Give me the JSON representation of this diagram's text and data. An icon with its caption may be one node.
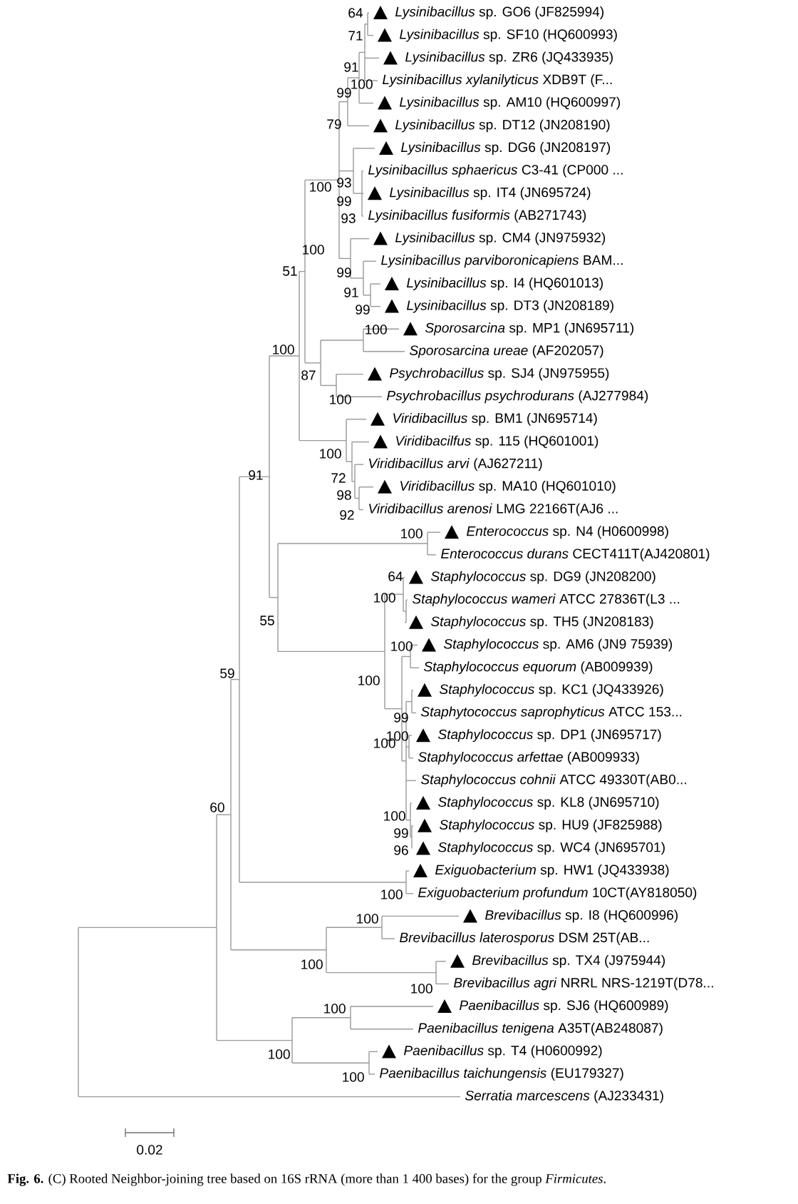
{
  "diagram": {
    "caption": "**Fig. 6.** (C) Rooted Neighbor-joining tree based on 16S rRNA (more than 1 400 bases) for the group *Firmicutes*.",
    "labels": [
      "*Lysinibacillus* sp. GO6 (JF825994)",
      "*Lysinibacillus* sp. SF10 (HQ600993)",
      "*Lysinibacillus* sp. ZR6 (JQ433935)",
      "*Lysinibacillus xylanilyticus* XDB9T (F...",
      "*Lysinibacillus* sp. AM10 (HQ600997)",
      "*Lysinibacillus* sp. DT12 (JN208190)",
      "*Lysinibacillus* sp. DG6 (JN208197)",
      "*Lysinibacillus sphaericus* C3-41 (CP000 ...",
      "*Lysinibacillus* sp. IT4 (JN695724)",
      "*Lysinibacillus fusiformis* (AB271743)",
      "*Lysinibacillus* sp. CM4 (JN975932)",
      "*Lysinibacillus parviboronicapiens* BAM...",
      "*Lysinibacillus* sp. I4 (HQ601013)",
      "*Lysinibacillus* sp. DT3 (JN208189)",
      "*Sporosarcina* sp. MP1 (JN695711)",
      "*Sporosarcina ureae* (AF202057)",
      "*Psychrobacillus* sp. SJ4 (JN975955)",
      "*Psychrobacillus psychrodurans* (AJ277984)",
      "*Viridibacillus* sp. BM1 (JN695714)",
      "*Viridibacilfus* sp. 115 (HQ601001)",
      "*Viridibacillus arvi* (AJ627211)",
      "*Viridibacillus* sp. MA10 (HQ601010)",
      "*Viridibacillus arenosi* LMG 22166T(AJ6 ...",
      "*Enterococcus* sp. N4 (H0600998)",
      "*Enterococcus durans* CECT411T(AJ420801)",
      "*Staphylococcus* sp. DG9 (JN208200)",
      "*Staphylococcus wameri* ATCC 27836T(L3 ...",
      "*Staphylococcus* sp. TH5 (JN208183)",
      "*Staphylococcus* sp. AM6 (JN9 75939)",
      "*Staphylococcus equorum* (AB009939)",
      "*Staphylococcus* sp. KC1 (JQ433926)",
      "*Staphytococcus saprophyticus* ATCC 153...",
      "*Staphylococcus* sp. DP1 (JN695717)",
      "*Staphylococcus arfettae* (AB009933)",
      "*Staphylococcus cohnii* ATCC 49330T(AB0...",
      "*Staphylococcus* sp. KL8 (JN695710)",
      "*Staphylococcus* sp. HU9 (JF825988)",
      "*Staphylococcus* sp. WC4 (JN695701)",
      "*Exiguobacterium* sp. HW1 (JQ433938)",
      "*Exiguobacterium profundum* 10CT(AY818050)",
      "*Brevibacillus* sp. I8 (HQ600996)",
      "*Brevibacillus laterosporus* DSM 25T(AB...",
      "*Brevibacillus* sp. TX4 (J975944)",
      "*Brevibacillus agri* NRRL NRS-1219T(D78...",
      "*Paenibacillus* sp. SJ6 (HQ600989)",
      "*Paenibacillus tenigena* A35T(AB248087)",
      "*Paenibacillus* sp. T4 (H0600992)",
      "*Paenibacillus taichungensis* (EU179327)",
      "*Serratia marcescens* (AJ233431)",
      "64",
      "71",
      "91",
      "100",
      "99",
      "79",
      "93",
      "100",
      "99",
      "93",
      "100",
      "51",
      "99",
      "91",
      "99",
      "100",
      "100",
      "87",
      "100",
      "100",
      "91",
      "72",
      "98",
      "92",
      "100",
      "64",
      "100",
      "55",
      "100",
      "59",
      "100",
      "99",
      "100",
      "100",
      "60",
      "100",
      "99",
      "96",
      "100",
      "100",
      "100",
      "100",
      "100",
      "100",
      "100",
      "0.02"
    ]
  }
}
